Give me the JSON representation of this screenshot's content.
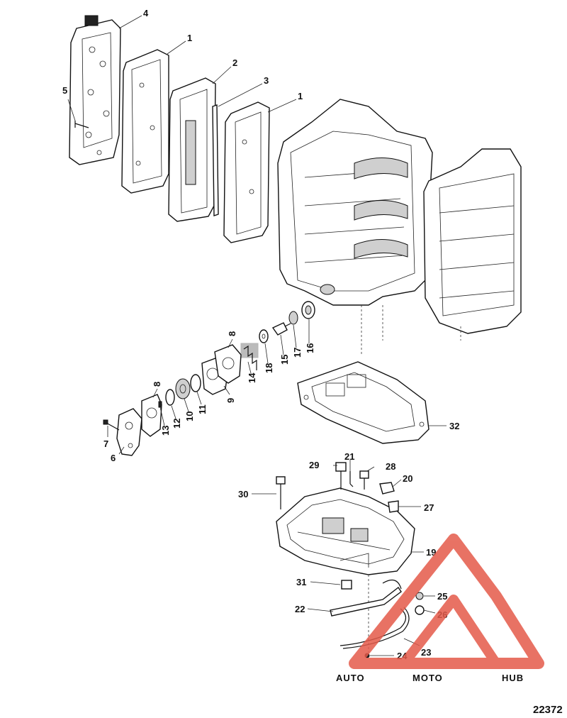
{
  "callouts": {
    "c1a": "1",
    "c1b": "1",
    "c2": "2",
    "c3": "3",
    "c4": "4",
    "c5": "5",
    "c6": "6",
    "c7": "7",
    "c8a": "8",
    "c8b": "8",
    "c9": "9",
    "c10": "10",
    "c11": "11",
    "c12": "12",
    "c13": "13",
    "c14": "14",
    "c15": "15",
    "c16": "16",
    "c17": "17",
    "c18": "18",
    "c19": "19",
    "c20": "20",
    "c21": "21",
    "c22": "22",
    "c23": "23",
    "c24": "24",
    "c25": "25",
    "c26": "26",
    "c27": "27",
    "c28": "28",
    "c29": "29",
    "c30": "30",
    "c31": "31",
    "c32": "32"
  },
  "drawing_number": "22372",
  "watermark": {
    "word_a": "AUTO",
    "word_b": "MOTO",
    "word_c": "HUB",
    "color_a": "#f2b48a",
    "color_b": "#e8837a",
    "color_c": "#9a9a9a",
    "logo_color": "#e45a4a"
  }
}
